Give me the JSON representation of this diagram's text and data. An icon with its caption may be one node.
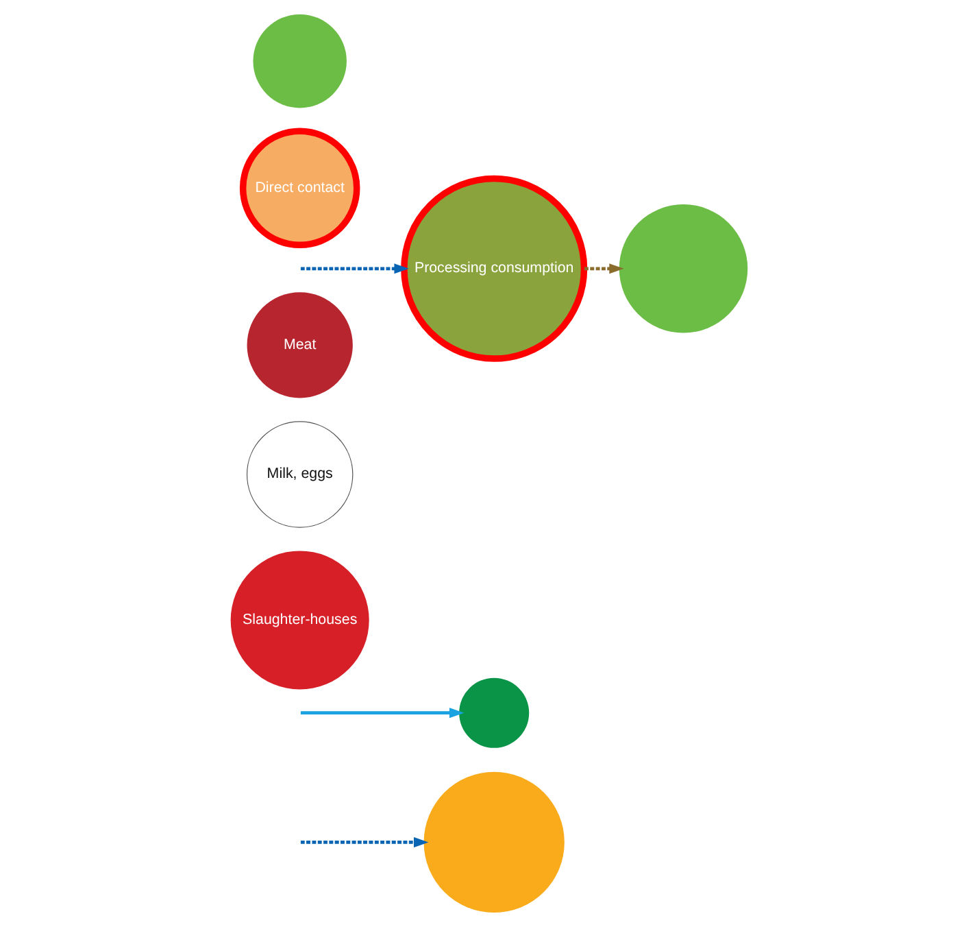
{
  "diagram": {
    "nodes": [
      {
        "text": [],
        "shape": "circle"
      },
      {
        "text": [],
        "shape": "circle"
      },
      {
        "text": [
          "Slaughter-houses"
        ]
      },
      {
        "text": [
          "Milk, eggs"
        ]
      },
      {
        "text": [
          "Meat"
        ]
      },
      {
        "text": [
          "Processing consumption"
        ]
      },
      {
        "text": [
          "Direct contact"
        ]
      },
      {
        "text": [],
        "shape": "circle"
      },
      {
        "text": [],
        "shape": "circle"
      }
    ],
    "edges": [
      {
        "from": null,
        "to": 1,
        "arrow": "to",
        "color": "#1aa3e0"
      },
      {
        "from": null,
        "to": 0,
        "arrow": "to",
        "style": "dashed"
      },
      {
        "from": null,
        "to": 5,
        "arrow": "to",
        "style": "dashed"
      },
      {
        "from": 5,
        "to": 7,
        "arrow": "to",
        "style": "dashed",
        "color": "#8a6d2c"
      }
    ]
  }
}
